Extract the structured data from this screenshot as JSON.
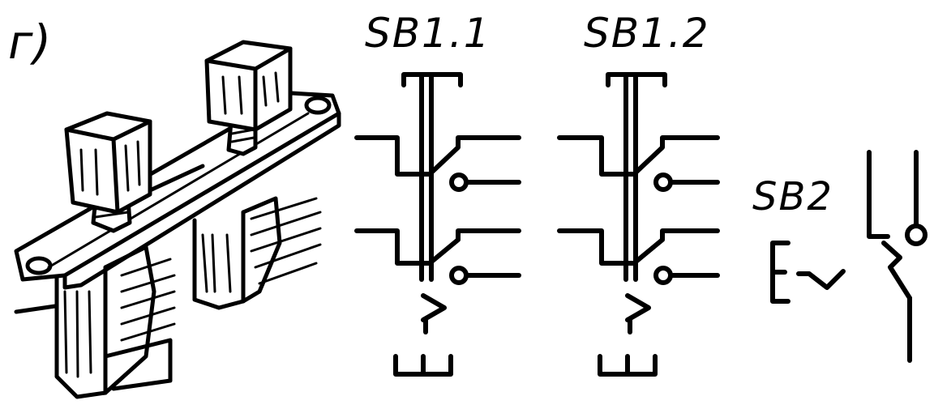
{
  "labels": {
    "panel_letter": "г)",
    "switch_1": "SB1.1",
    "switch_2": "SB1.2",
    "switch_3": "SB2"
  },
  "colors": {
    "ink": "#000000",
    "paper": "#ffffff"
  }
}
